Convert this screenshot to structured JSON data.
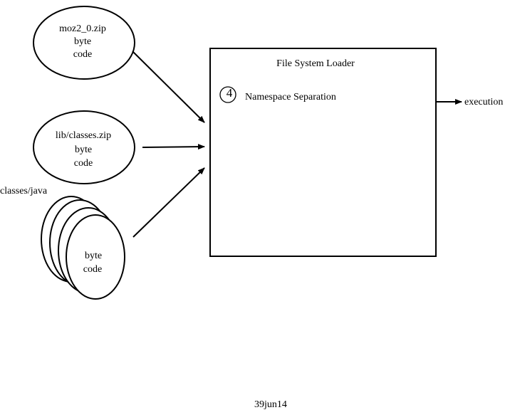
{
  "diagram": {
    "sources": {
      "moz_zip": {
        "name": "moz2_0.zip",
        "line2": "byte",
        "line3": "code"
      },
      "lib_zip": {
        "name": "lib/classes.zip",
        "line2": "byte",
        "line3": "code"
      },
      "class_stack": {
        "dir_label": "classes/java",
        "line1": "byte",
        "line2": "code"
      }
    },
    "loader": {
      "title": "File System Loader",
      "step_number": "4",
      "step_label": "Namespace Separation"
    },
    "output": {
      "label": "execution"
    },
    "footer": {
      "date_code": "39jun14"
    }
  },
  "colors": {
    "stroke": "#000000",
    "background": "#ffffff"
  }
}
